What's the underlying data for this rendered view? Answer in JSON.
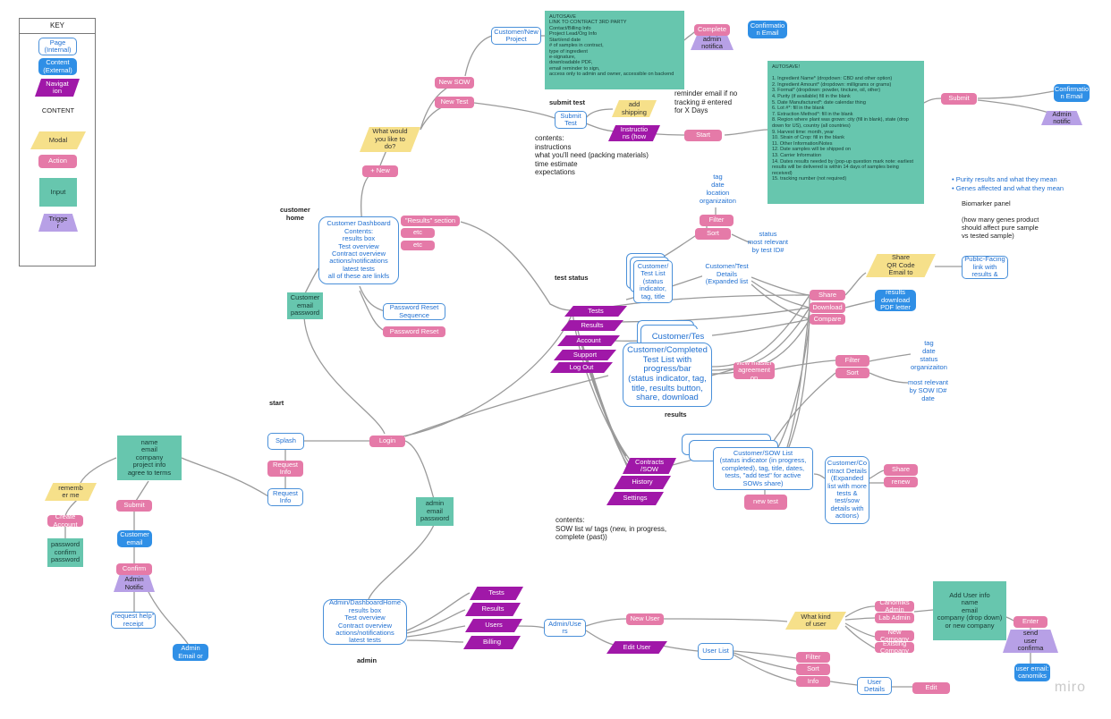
{
  "key": {
    "title": "KEY",
    "page": "Page\n(Internal)",
    "external": "Content\n(External)",
    "navigation": "Navigat\nion",
    "content": "CONTENT",
    "modal": "Modal",
    "action": "Action",
    "input": "Input",
    "trigger": "Trigge\nr"
  },
  "labels": {
    "customer_home": "customer\nhome",
    "test_status": "test status",
    "start": "start",
    "results": "results",
    "admin": "admin",
    "submit_test": "submit test",
    "reminder": "reminder email if no\ntracking # entered\nfor X Days",
    "contents_top": "contents:\ninstructions\nwhat you'll need (packing materials)\ntime estimate\nexpectations",
    "contents_sow": "contents:\nSOW list w/ tags (new, in progress,\ncomplete (past))",
    "biomarker": "Biomarker panel\n\n(how many genes product\nshould affect pure sample\nvs tested sample)"
  },
  "bullets": [
    "Purity results and what they mean",
    "Genes affected and what they mean"
  ],
  "autosave_top": "AUTOSAVE\nLINK TO CONTRACT 3RD PARTY\nContact/Billing Info\nProject Lead/Org Info\nStart/end date\n# of samples in contract,\ntype of ingredient\ne-signature,\ndownloadable PDF,\nemail reminder to sign,\naccess only to admin and owner, accessible on backend",
  "autosave_form": "AUTOSAVE!\n\n1. Ingredient Name* (dropdown: CBD and other option)\n2. Ingredient Amount* (dropdown: milligrams or grams)\n3. Format* (dropdown: powder, tincture, oil, other)\n4. Purity (if available) fill in the blank\n5. Date Manufactured*: date calendar thing\n6. Lot #*: fill in the blank\n7. Extraction Method*: fill in the blank\n8. Region where plant was grown: city (fill in blank), state (drop down for US), country (all countries)\n9. Harvest time: month, year\n10. Strain of Crop: fill in the blank\n11. Other Information/Notes\n12. Date samples will be shipped on\n13. Carrier Information\n14. Dates results needed by (pop-up question mark note: earliest results will be delivered is within 14 days of samples being received)\n15. tracking number (not required)",
  "nodes": {
    "customer_new_project": "Customer/New\nProject",
    "complete": "Complete",
    "admin_notific_top": "admin\nnotifica",
    "confirmation_email_top": "Confirmatio\nn Email",
    "new_sow": "New SOW",
    "new_test": "New Test",
    "submit_test_page": "Submit\nTest",
    "add_shipping": "add\nshipping",
    "instructions": "Instructio\nns (how",
    "start_btn": "Start",
    "submit_right": "Submit",
    "confirmation_email_right": "Confirmatio\nn Email",
    "admin_notific_right": "Admin\nnotific",
    "what_would_you_like": "What would\nyou like to\ndo?",
    "plus_new": "+ New",
    "customer_dashboard": "Customer Dashboard\nContents:\nresults box\nTest overview\nContract overview\nactions/notifications\nlatest tests\nall of these are linkfs",
    "results_section": "\"Results\" section",
    "etc1": "etc",
    "etc2": "etc",
    "customer_email_password": "Customer\nemail\npassword",
    "password_reset_sequence": "Password Reset\nSequence",
    "password_reset": "Password Reset",
    "tag_meta_top": "tag\ndate\nlocation\norganizaiton",
    "filter_top": "Filter",
    "sort_top": "Sort",
    "status_note_top": "status\nmost relevant\nby test ID#",
    "customer_test_list": "Customer/\nTest List\n(status\nindicator,\ntag, title",
    "customer_test_details": "Customer/Test\nDetails\n(Expanded list",
    "share_qr": "Share\nQR Code\nEmail to",
    "public_facing": "Public-Facing\nlink with\nresults &",
    "share_1": "Share",
    "download_1": "Download",
    "compare": "Compare",
    "results_download": "results\ndownload\nPDF letter",
    "nav_tests": "Tests",
    "nav_results": "Results",
    "nav_account": "Account",
    "nav_support": "Support",
    "nav_logout": "Log Out",
    "completed_list_title": "Customer/Tes",
    "completed_list": "Customer/Completed\nTest List with\nprogress/bar\n(status indicator, tag,\ntitle, results button,\nshare, download",
    "view_master": "view master\nagreement on",
    "filter_mid": "Filter",
    "sort_mid": "Sort",
    "tag_meta_mid": "tag\ndate\nstatus\norganizaiton",
    "status_note_mid": "most relevant\nby SOW ID#\ndate",
    "splash": "Splash",
    "login": "Login",
    "request_info_1": "Request\nInfo",
    "request_info_2": "Request\nInfo",
    "signup_fields": "name\nemail\ncompany\nproject info\nagree to terms",
    "remember_me": "rememb\ner me",
    "create_account": "Create\nAccount",
    "password_confirm": "password\nconfirm\npassword",
    "submit_left": "Submit",
    "customer_email_btn": "Customer\nemail",
    "confirm_btn": "Confirm",
    "admin_notific_left": "Admin\nNotific",
    "request_help": "\"request help\"\nreceipt",
    "admin_email": "Admin\nEmail or",
    "contracts_sow": "Contracts\n/SOW",
    "history": "History",
    "settings": "Settings",
    "sow_list": "Customer/SOW List\n(status indicator (in progress,\ncompleted), tag, title, dates,\ntests, \"add test\" for active\nSOWs share)",
    "contract_details": "Customer/Co\nntract Details\n(Expanded\nlist with more\ntests &\ntest/sow\ndetails with\nactions)",
    "share_2": "Share",
    "renew": "renew",
    "new_test_2": "new test",
    "admin_email_password": "admin\nemail\npassword",
    "admin_dashboard": "Admin/DashboardHome\nresults box\nTest overview\nContract overview\nactions/notifications\nlatest tests",
    "admin_tests": "Tests",
    "admin_results": "Results",
    "admin_users_nav": "Users",
    "admin_billing": "Billing",
    "admin_users_page": "Admin/Use\nrs",
    "new_user": "New User",
    "edit_user": "Edit User",
    "user_list": "User List",
    "filter_bottom": "Filter",
    "sort_bottom": "Sort",
    "info_bottom": "Info",
    "user_details": "User\nDetails",
    "edit_bottom": "Edit",
    "what_kind_of_user": "What kind\nof user",
    "canomiks_admin": "Canomiks\nAdmin",
    "lab_admin": "Lab Admin",
    "new_company": "New\nCompany",
    "existing_company": "Existing\nCompany",
    "add_user_info": "Add User info\nname\nemail\ncompany (drop down)\nor new company",
    "enter_btn": "Enter",
    "send_user_confirm": "send\nuser\nconfirma",
    "user_email": "user email:\ncanomiks"
  },
  "watermark": "miro"
}
